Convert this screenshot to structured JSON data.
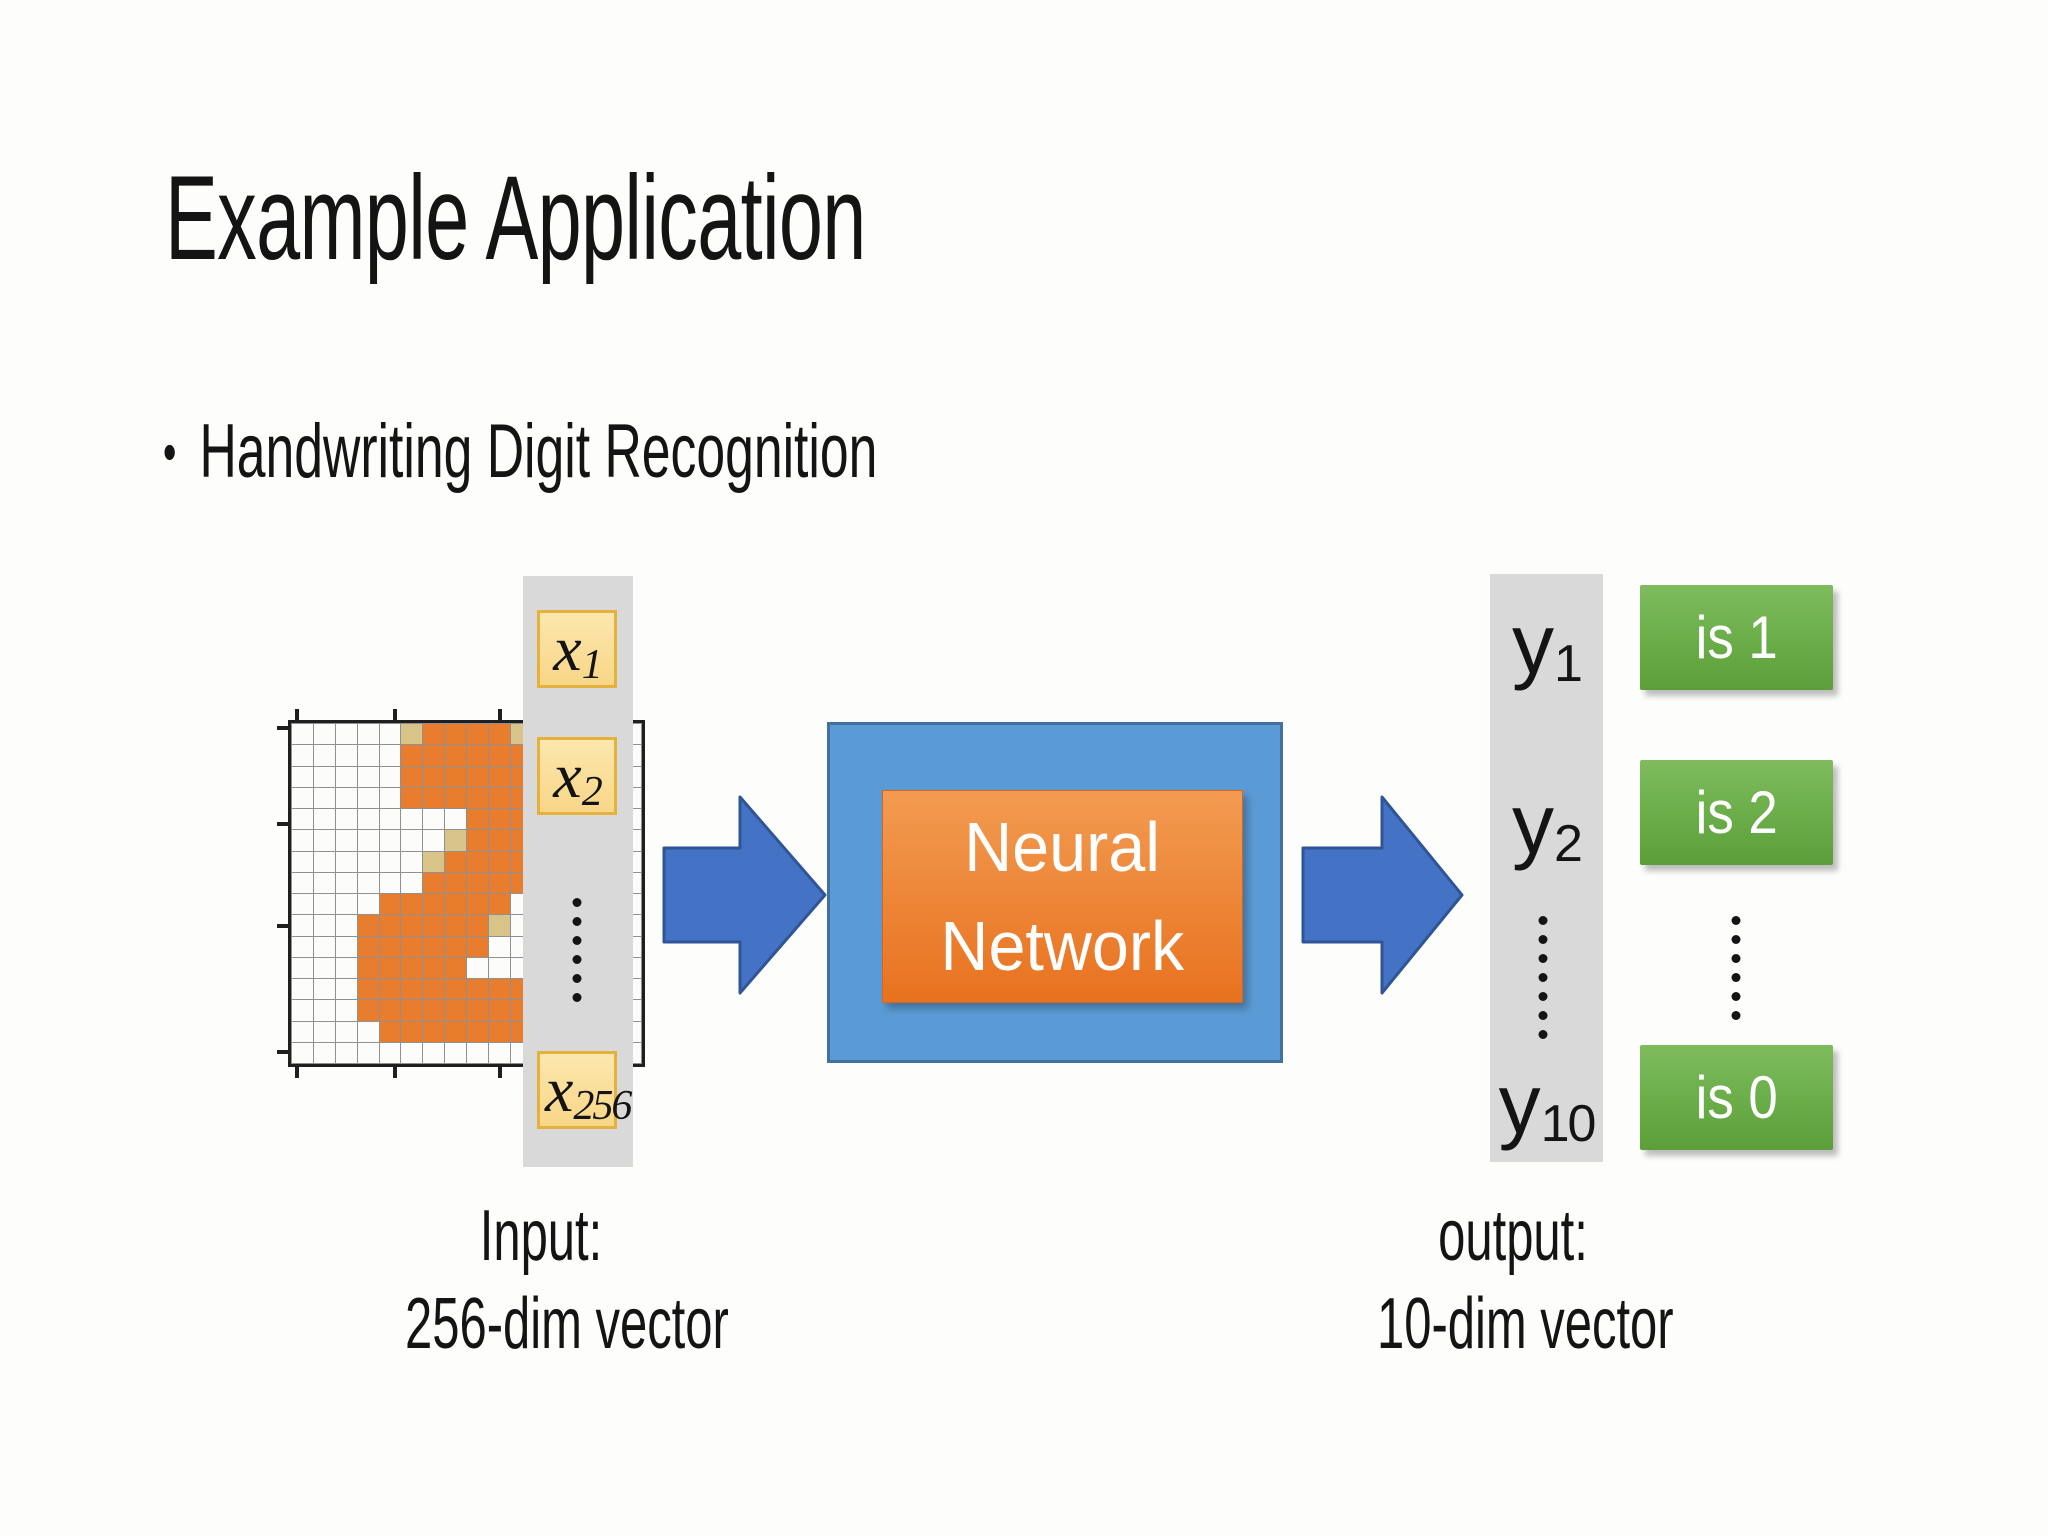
{
  "slide": {
    "title": "Example Application",
    "bullet_glyph": "•",
    "bullet_text": "Handwriting Digit Recognition"
  },
  "input": {
    "caption_line1": "Input:",
    "caption_line2": "256-dim vector",
    "x1": {
      "base": "x",
      "sub": "1"
    },
    "x2": {
      "base": "x",
      "sub": "2"
    },
    "x256": {
      "base": "x",
      "sub": "256"
    },
    "ellipsis_dot_count": 6
  },
  "network": {
    "label_line1": "Neural",
    "label_line2": "Network"
  },
  "output": {
    "caption_line1": "output:",
    "caption_line2": "10-dim vector",
    "y1": {
      "base": "y",
      "sub": "1"
    },
    "y2": {
      "base": "y",
      "sub": "2"
    },
    "y10": {
      "base": "y",
      "sub": "10"
    },
    "classes": [
      "is 1",
      "is 2",
      "is 0"
    ],
    "bar_dot_count": 7,
    "class_dot_count": 6
  },
  "digit_image": {
    "depicted_digit": "2",
    "grid_size": 16,
    "rows": [
      ".....tOOOOtOOtO.",
      ".....OOOOOOOOOO.",
      ".....OOOOOOOOOO.",
      ".....OOOOOOOOOO.",
      "........OOOOOOO.",
      ".......tOOOOOOO.",
      "......tOOOOOOO..",
      "......OOOOOOO...",
      "....OOOOOO......",
      "...OOOOOOt......",
      "...OOOOOO.......",
      "...OOOOO....OO..",
      "...OOOOOOOOOOOO.",
      "...OOOOOOOOOOOO.",
      "....OOOOOOOOOOO.",
      "................"
    ]
  },
  "colors": {
    "page_bg": "#fdfdfc",
    "text": "#141414",
    "bar_gray": "#d9d9d9",
    "arrow_fill": "#4472c4",
    "arrow_edge": "#2f5597",
    "panel_blue": "#5b9bd5",
    "panel_blue_edge": "#41719c",
    "nn_orange_top": "#f29b51",
    "nn_orange_bottom": "#e8721f",
    "nn_orange_edge": "#d8651c",
    "green_top": "#7ebb5e",
    "green_bottom": "#5c9e3a",
    "xbox_top": "#fce7ae",
    "xbox_bottom": "#f8d687",
    "xbox_edge": "#e5b13d",
    "pixel_on": "#e87e2d",
    "pixel_accent": "#d8c389",
    "pixel_off": "#fcfcfa",
    "pixel_grid": "#909090",
    "frame": "#1f1f1f"
  }
}
